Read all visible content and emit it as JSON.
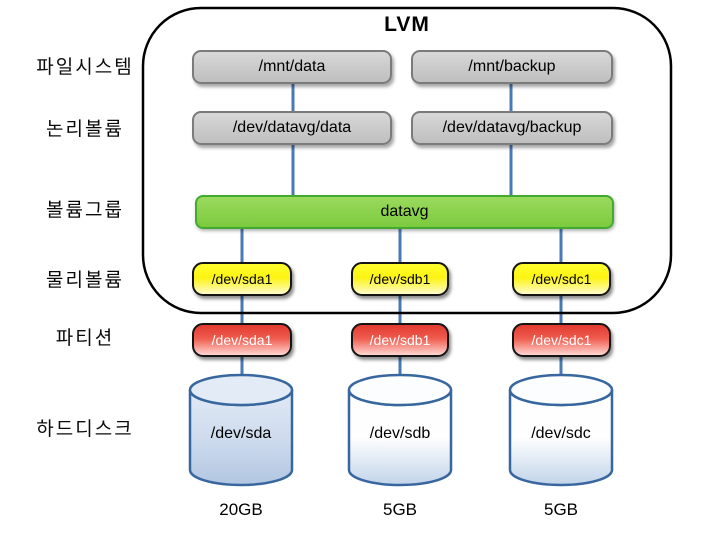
{
  "diagram": {
    "title": "LVM",
    "row_labels": [
      "파일시스템",
      "논리볼륨",
      "볼륨그룹",
      "물리볼륨",
      "파티션",
      "하드디스크"
    ],
    "filesystems": [
      "/mnt/data",
      "/mnt/backup"
    ],
    "logical_volumes": [
      "/dev/datavg/data",
      "/dev/datavg/backup"
    ],
    "volume_group": "datavg",
    "physical_volumes": [
      "/dev/sda1",
      "/dev/sdb1",
      "/dev/sdc1"
    ],
    "partitions": [
      "/dev/sda1",
      "/dev/sdb1",
      "/dev/sdc1"
    ],
    "disks": [
      {
        "name": "/dev/sda",
        "size": "20GB"
      },
      {
        "name": "/dev/sdb",
        "size": "5GB"
      },
      {
        "name": "/dev/sdc",
        "size": "5GB"
      }
    ],
    "colors": {
      "connector_line": "#4a7ab5",
      "container_border": "#000000",
      "filesystem_box": "#cbcbcb",
      "volume_group_box": "#8ad14c",
      "volume_group_border": "#44a931",
      "physical_volume_box": "#fcf312",
      "partition_box": "#ef5c4f",
      "disk_border": "#38679f",
      "disk_fill": "#cfdcee"
    }
  }
}
